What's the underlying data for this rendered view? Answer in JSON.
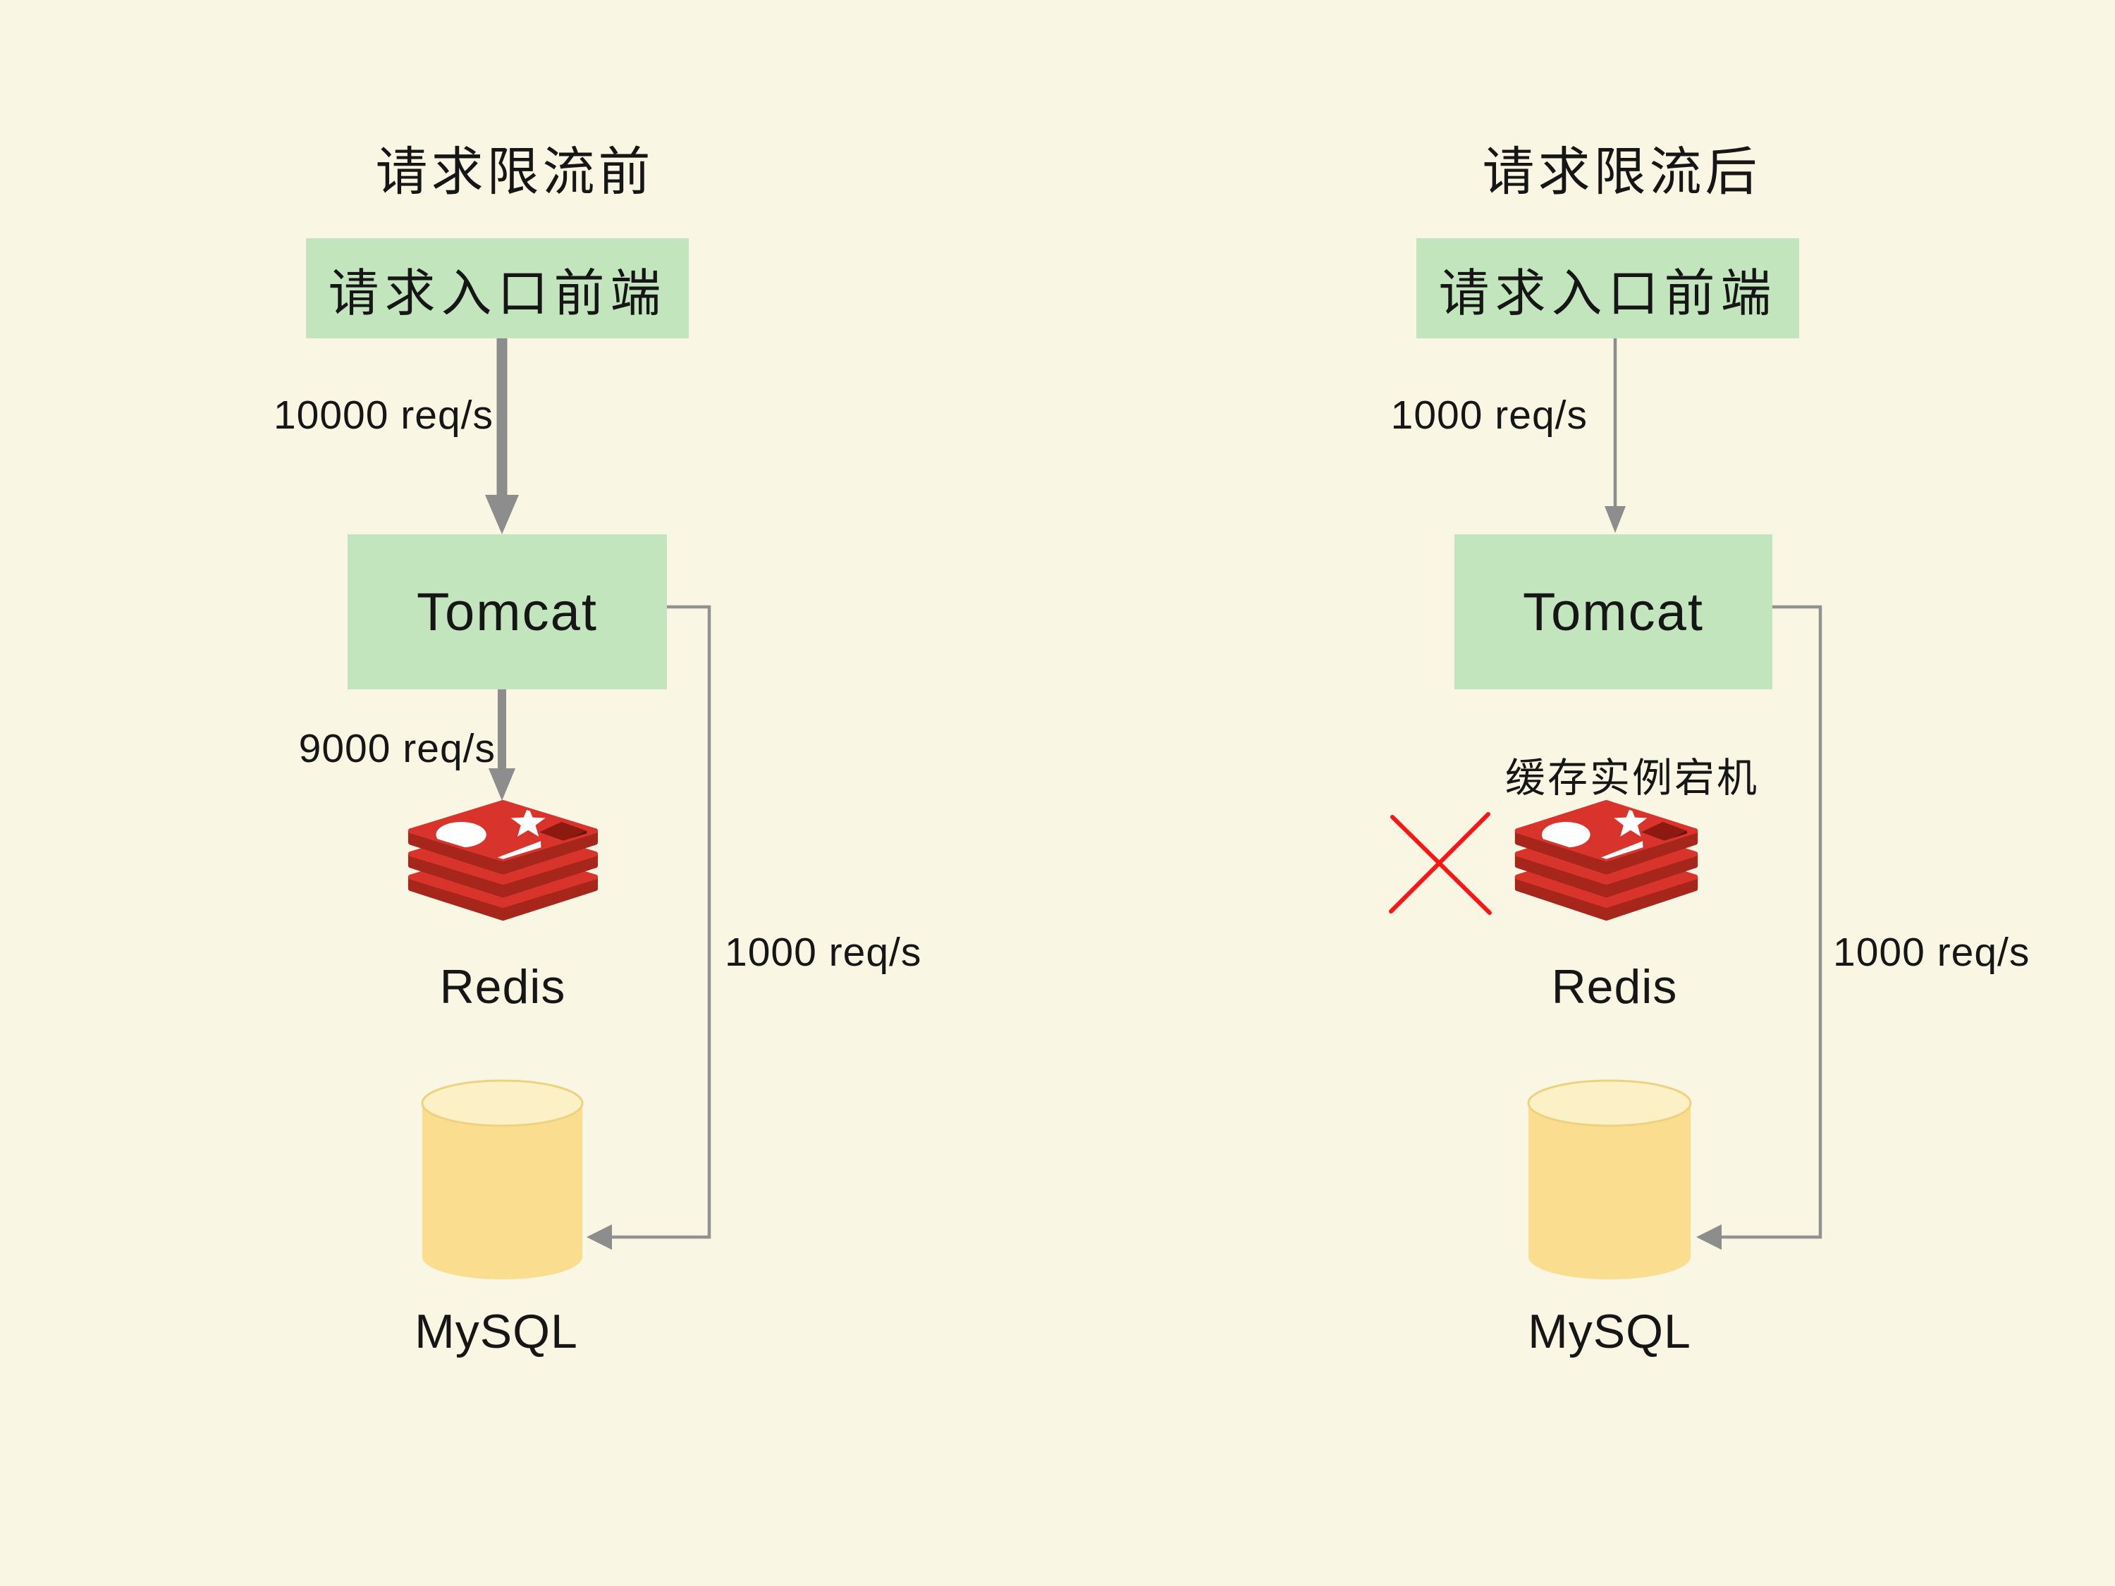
{
  "canvas": {
    "background": "#F9F6E4"
  },
  "palette": {
    "bg": "#F9F6E4",
    "box_green": "#C3E5BE",
    "ink": "#161616",
    "arrow_gray": "#8D8D8D",
    "line_gray": "#929292",
    "redis_red": "#D9342B",
    "redis_dark": "#A6261C",
    "redis_hole": "#8C1A10",
    "redis_hole_deep": "#5F0E06",
    "mysql_yellow": "#FADD8E",
    "mysql_top": "#FBF0C6",
    "mysql_rim": "#EED27F",
    "x_red": "#FF1414"
  },
  "icons": {
    "cache": "redis-stack-logo",
    "database": "mysql-cylinder",
    "crash": "red-x-mark",
    "flow": "down-arrow"
  },
  "left": {
    "title": "请求限流前",
    "frontend_box": "请求入口前端",
    "tomcat_box": "Tomcat",
    "frontend_to_tomcat_rate": "10000 req/s",
    "tomcat_to_redis_rate": "9000 req/s",
    "redis_label": "Redis",
    "tomcat_to_mysql_rate": "1000 req/s",
    "mysql_label": "MySQL"
  },
  "right": {
    "title": "请求限流后",
    "frontend_box": "请求入口前端",
    "tomcat_box": "Tomcat",
    "frontend_to_tomcat_rate": "1000 req/s",
    "redis_down_note": "缓存实例宕机",
    "redis_label": "Redis",
    "tomcat_to_mysql_rate": "1000 req/s",
    "mysql_label": "MySQL"
  }
}
